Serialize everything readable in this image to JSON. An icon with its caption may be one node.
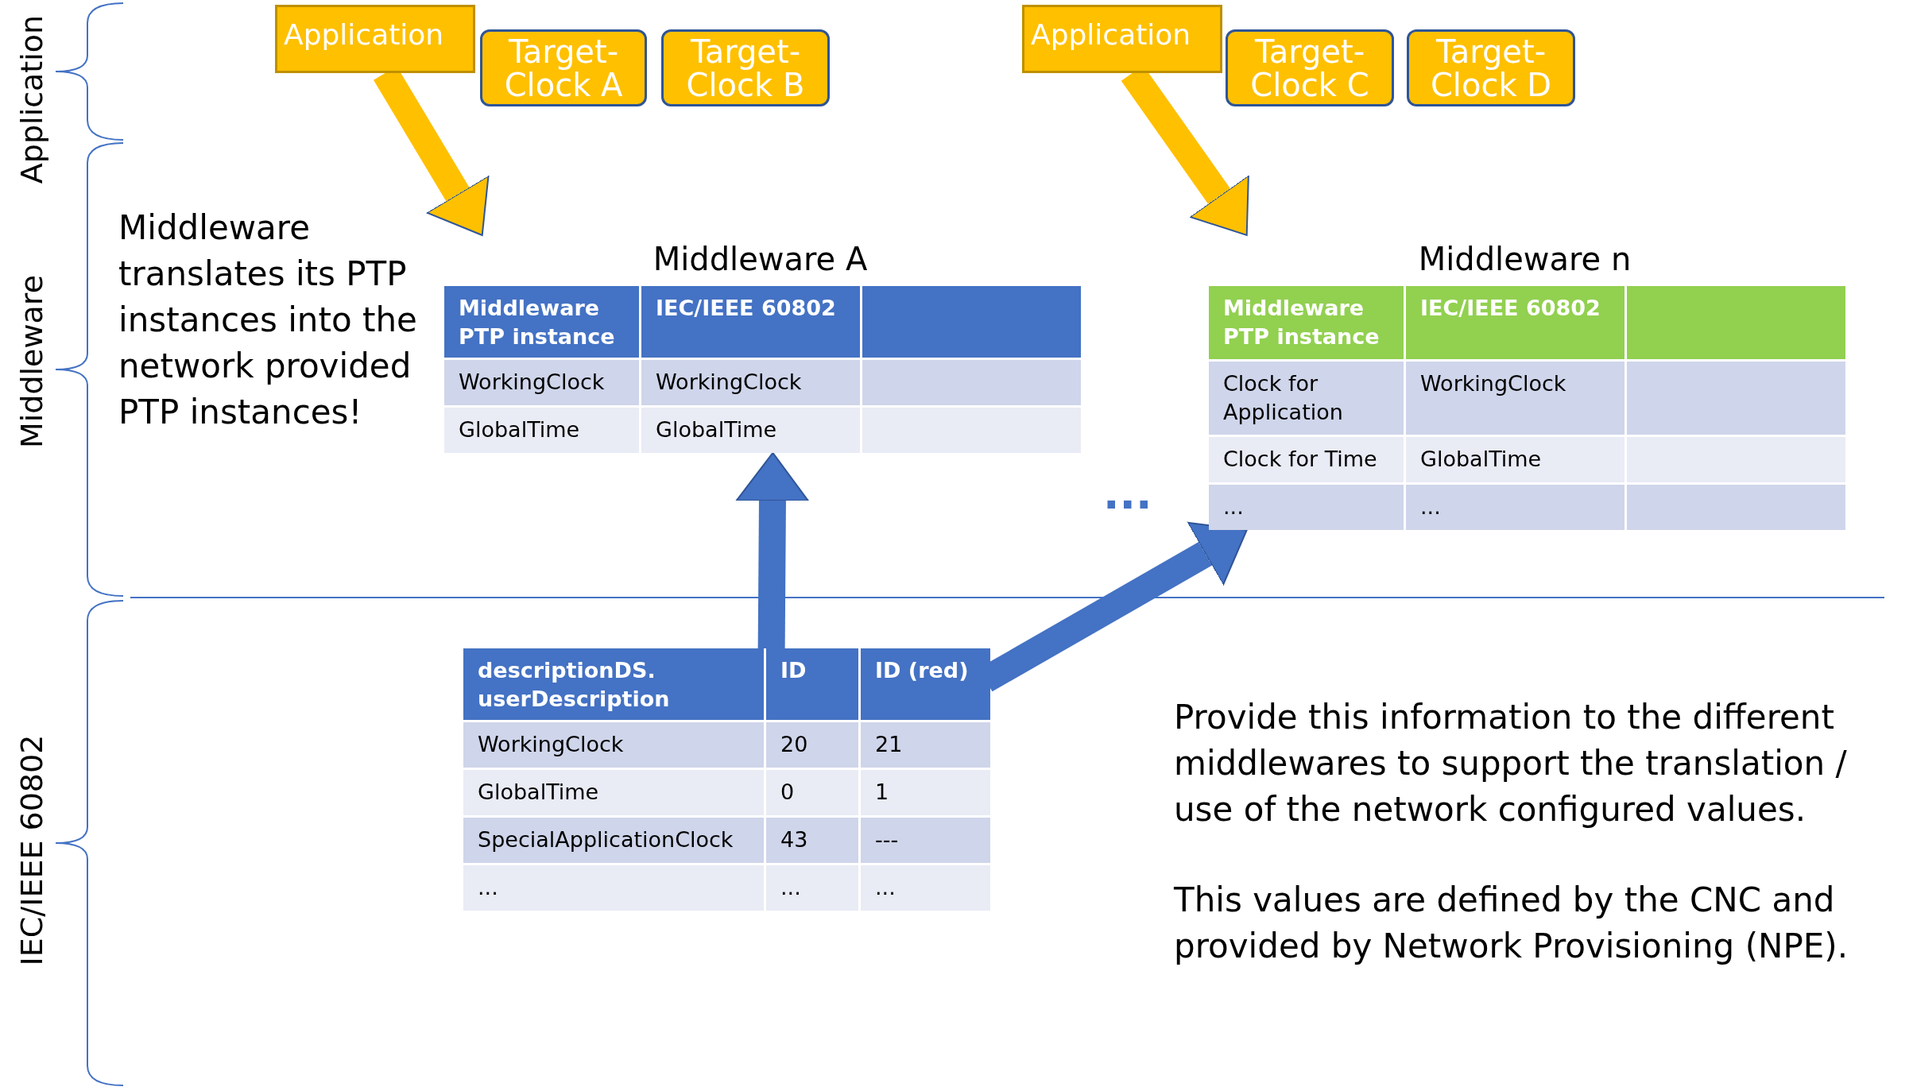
{
  "diagram": {
    "nodes": [
      {
        "text": [
          "Application"
        ]
      },
      {
        "text": [
          "Target-Clock A"
        ]
      },
      {
        "text": [
          "Target-Clock B"
        ]
      },
      {
        "text": [
          "Application"
        ]
      },
      {
        "text": [
          "Target-Clock C"
        ]
      },
      {
        "text": [
          "Target-Clock D"
        ]
      },
      {
        "text": [
          "Middleware A",
          "Middleware PTP instance",
          "IEC/IEEE 60802",
          "WorkingClock",
          "WorkingClock",
          "GlobalTime",
          "GlobalTime"
        ]
      },
      {
        "text": [
          "Middleware n",
          "Middleware PTP instance",
          "IEC/IEEE 60802",
          "Clock for Application",
          "WorkingClock",
          "Clock for Time",
          "GlobalTime",
          "...",
          "..."
        ]
      },
      {
        "text": [
          "descriptionDS. userDescription",
          "ID",
          "ID (red)",
          "WorkingClock",
          "20",
          "21",
          "GlobalTime",
          "0",
          "1",
          "SpecialApplicationClock",
          "43",
          "---",
          "...",
          "...",
          "..."
        ]
      }
    ],
    "edges": [
      {
        "from": 0,
        "to": 6,
        "arrow": "to",
        "color": "#ffc000"
      },
      {
        "from": 3,
        "to": 7,
        "arrow": "to",
        "color": "#ffc000"
      },
      {
        "from": 8,
        "to": 6,
        "arrow": "to",
        "color": "#4472c4"
      },
      {
        "from": 8,
        "to": 7,
        "arrow": "to",
        "color": "#4472c4"
      }
    ],
    "labels": [
      "Application",
      "Middleware",
      "Middleware translates its PTP instances into the network provided PTP instances!",
      "...",
      "IEC/IEEE 60802",
      "Provide this information to the different middlewares to support the translation / use of the network configured values.",
      "This values are defined by the CNC and provided by Network Provisioning (NPE)."
    ]
  }
}
